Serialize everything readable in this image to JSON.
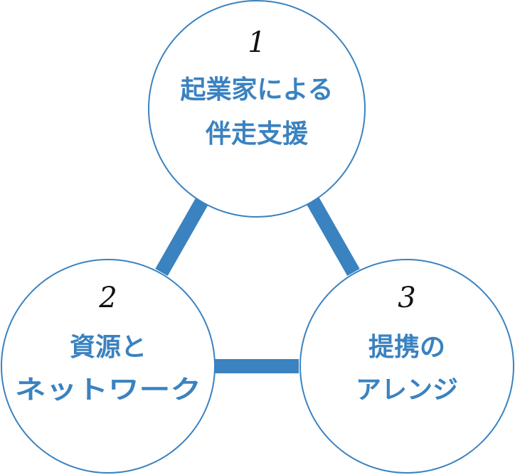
{
  "colors": {
    "accent": "#3a82c0",
    "text": "#111111",
    "background": "#ffffff"
  },
  "nodes": [
    {
      "number": "1",
      "line1": "起業家による",
      "line2": "伴走支援"
    },
    {
      "number": "2",
      "line1": "資源と",
      "line2": "ネットワーク"
    },
    {
      "number": "3",
      "line1": "提携の",
      "line2": "アレンジ"
    }
  ]
}
